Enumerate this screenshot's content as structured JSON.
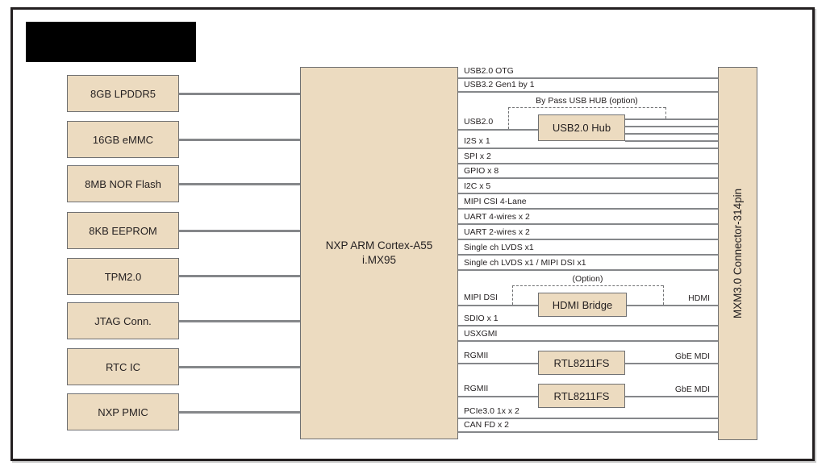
{
  "diagram": {
    "left_modules": [
      "8GB LPDDR5",
      "16GB eMMC",
      "8MB NOR Flash",
      "8KB EEPROM",
      "TPM2.0",
      "JTAG Conn.",
      "RTC IC",
      "NXP PMIC"
    ],
    "cpu": {
      "line1": "NXP ARM Cortex-A55",
      "line2": "i.MX95"
    },
    "connector_label": "MXM3.0 Connector-314pin",
    "buses": [
      "USB2.0 OTG",
      "USB3.2 Gen1 by 1",
      "I2S x 1",
      "SPI x 2",
      "GPIO x 8",
      "I2C x 5",
      "MIPI CSI 4-Lane",
      "UART 4-wires x 2",
      "UART 2-wires x 2",
      "Single ch LVDS x1",
      "Single ch LVDS x1 / MIPI DSI x1",
      "SDIO x 1",
      "USXGMI",
      "PCIe3.0 1x  x 2",
      "CAN FD x 2"
    ],
    "usb": {
      "source_label": "USB2.0",
      "hub_label": "USB2.0 Hub",
      "bypass_label": "By Pass USB HUB (option)"
    },
    "display": {
      "source_label": "MIPI DSI",
      "bridge_label": "HDMI Bridge",
      "option_label": "(Option)",
      "output_label": "HDMI"
    },
    "ethernet": [
      {
        "source_label": "RGMII",
        "phy_label": "RTL8211FS",
        "output_label": "GbE MDI"
      },
      {
        "source_label": "RGMII",
        "phy_label": "RTL8211FS",
        "output_label": "GbE MDI"
      }
    ],
    "colors": {
      "module_fill": "#ecdbc0",
      "module_border": "#6f7072",
      "wire": "#85878a",
      "frame": "#231f20",
      "text": "#231f20",
      "logo_block": "#000000"
    }
  }
}
